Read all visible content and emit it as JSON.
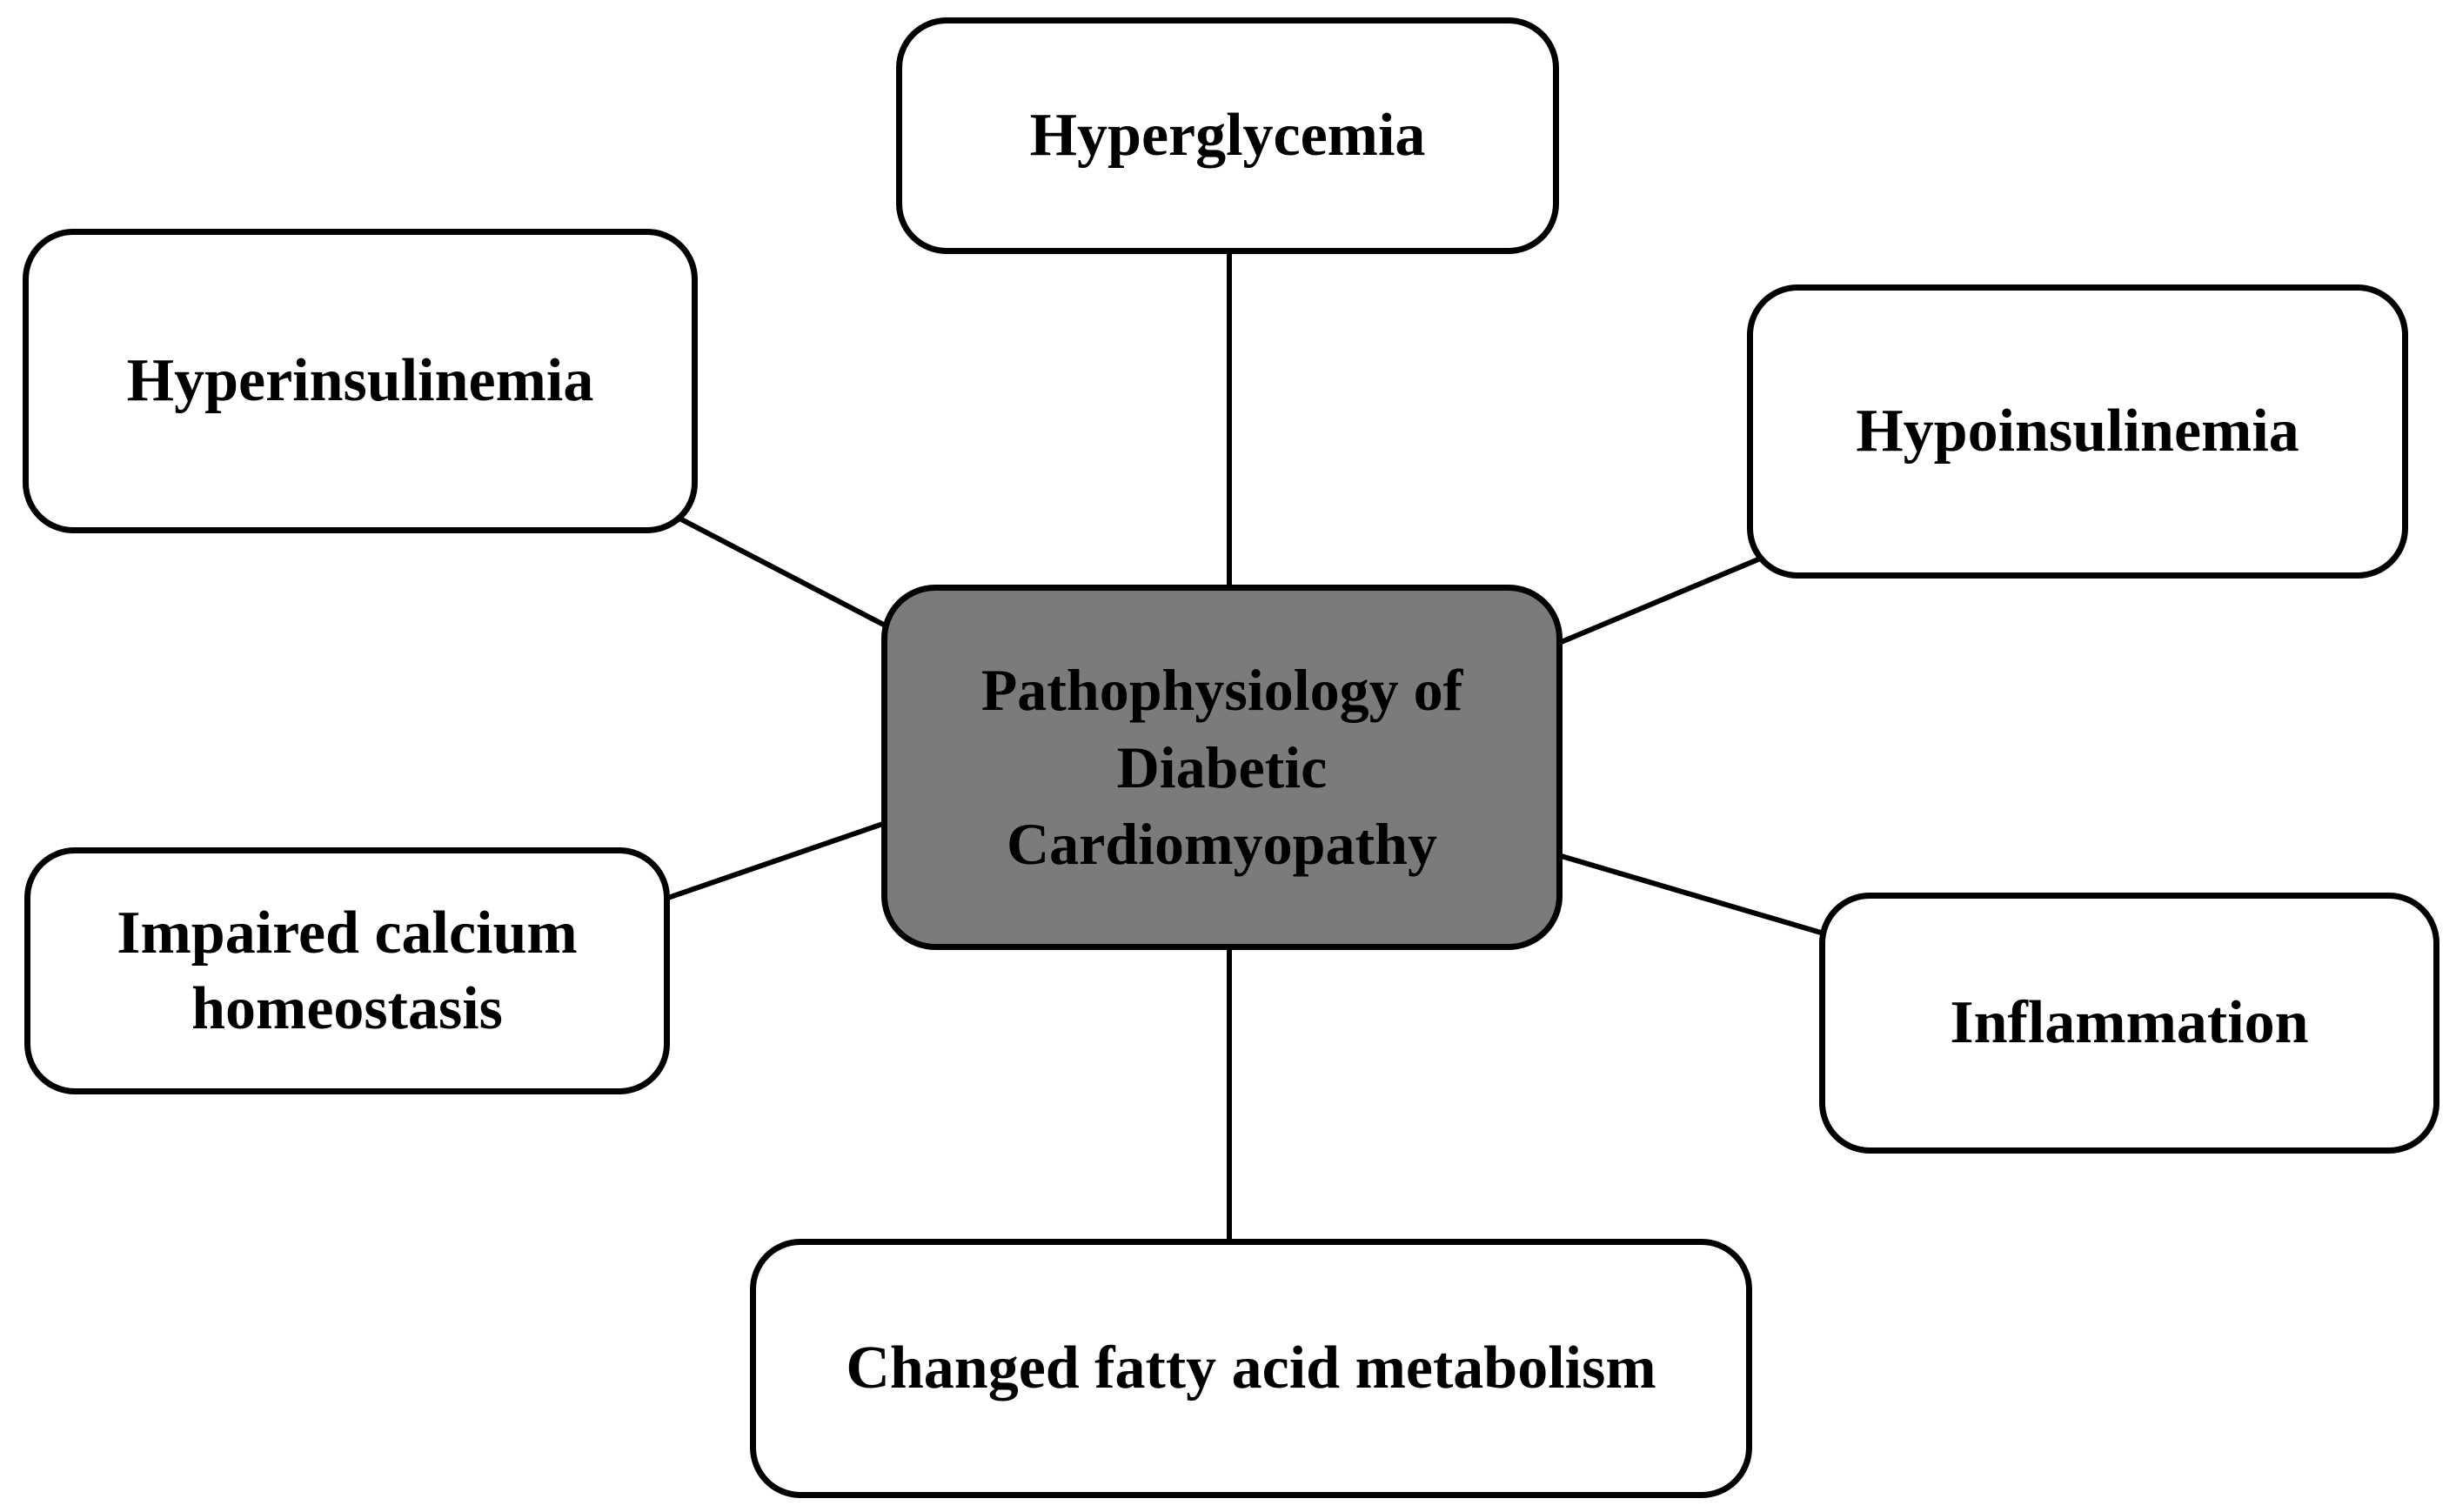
{
  "diagram": {
    "type": "concept-map",
    "center": {
      "lines": [
        "Pathophysiology of",
        "Diabetic",
        "Cardiomyopathy"
      ],
      "fill_color": "#7b7b7b",
      "border_color": "#000000",
      "text_color": "#000000"
    },
    "nodes": {
      "hyperglycemia": {
        "label": "Hyperglycemia",
        "position": "top"
      },
      "hyperinsulinemia": {
        "label": "Hyperinsulinemia",
        "position": "top-left"
      },
      "hypoinsulinemia": {
        "label": "Hypoinsulinemia",
        "position": "top-right"
      },
      "impaired_calcium_homeostasis": {
        "label": "Impaired calcium homeostasis",
        "position": "left"
      },
      "inflammation": {
        "label": "Inflammation",
        "position": "right"
      },
      "changed_fatty_acid_metabolism": {
        "label": "Changed fatty acid metabolism",
        "position": "bottom"
      }
    },
    "node_fill_color": "#ffffff",
    "connector_color": "#000000"
  }
}
